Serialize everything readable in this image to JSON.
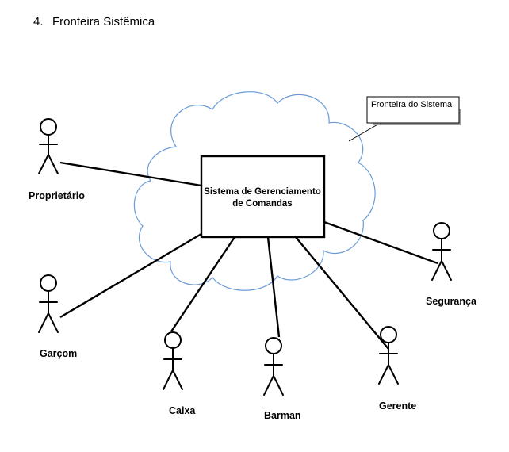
{
  "heading": {
    "number": "4.",
    "title": "Fronteira Sistêmica"
  },
  "boundary": {
    "label": "Fronteira do Sistema",
    "color": "#6a9bd8"
  },
  "system": {
    "line1": "Sistema de Gerenciamento",
    "line2": "de Comandas"
  },
  "actors": [
    {
      "id": "proprietario",
      "label": "Proprietário"
    },
    {
      "id": "garcom",
      "label": "Garçom"
    },
    {
      "id": "caixa",
      "label": "Caixa"
    },
    {
      "id": "barman",
      "label": "Barman"
    },
    {
      "id": "gerente",
      "label": "Gerente"
    },
    {
      "id": "seguranca",
      "label": "Segurança"
    }
  ]
}
